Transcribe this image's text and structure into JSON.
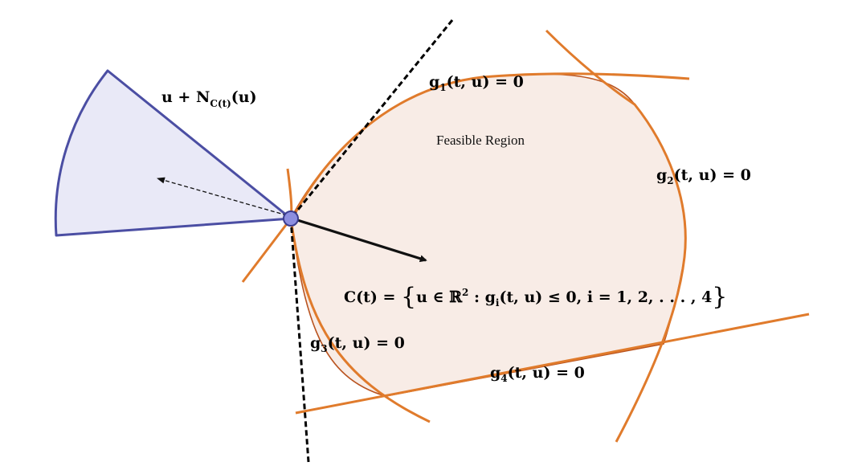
{
  "colors": {
    "region_fill": "#f8ece6",
    "region_stroke": "#b9531f",
    "constraint": "#e07b2c",
    "cone_fill": "#e9e9f7",
    "cone_stroke": "#4b4ea3",
    "point_fill": "#8c8ee0",
    "tangent": "#000000",
    "arrow": "#111111"
  },
  "labels": {
    "region": "Feasible Region",
    "g1": {
      "base": "g",
      "sub": "1",
      "rest": "(t, u) = 0"
    },
    "g2": {
      "base": "g",
      "sub": "2",
      "rest": "(t, u) = 0"
    },
    "g3": {
      "base": "g",
      "sub": "3",
      "rest": "(t, u) = 0"
    },
    "g4": {
      "base": "g",
      "sub": "4",
      "rest": "(t, u) = 0"
    },
    "normal_cone": {
      "base": "u + N",
      "sub": "C(t)",
      "rest": "(u)"
    },
    "set_def": {
      "lhs": "C(t) = ",
      "open": "{",
      "body_a": "u ∈ ℝ",
      "sup": "2",
      "body_b": "  :  g",
      "sub": "i",
      "body_c": "(t, u) ≤ 0, i = 1, 2, . . . , 4",
      "close": "}"
    }
  },
  "icons": {
    "point": "vertex-point-icon",
    "descent_arrow": "arrow-right-down-icon",
    "normal_arrow": "dashed-arrow-left-icon"
  }
}
